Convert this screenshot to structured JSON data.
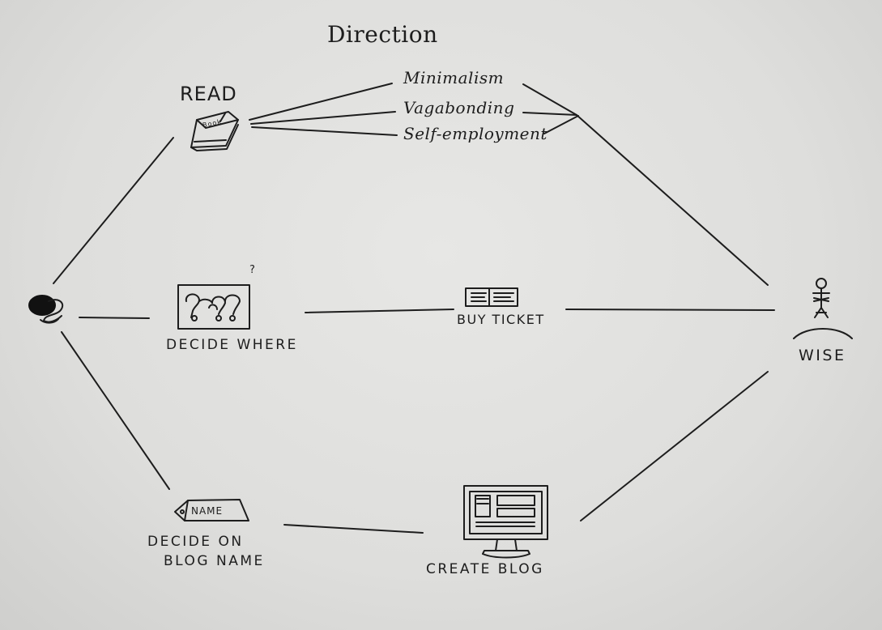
{
  "title": "Direction",
  "nodes": {
    "read": "READ",
    "book_cover": "Book",
    "decide_where": "DECIDE WHERE",
    "question_mark": "?",
    "buy_ticket": "BUY TICKET",
    "wise": "WISE",
    "name_tag": "NAME",
    "decide_blog_name_line1": "DECIDE ON",
    "decide_blog_name_line2": "BLOG NAME",
    "create_blog": "CREATE BLOG"
  },
  "topics": [
    "Minimalism",
    "Vagabonding",
    "Self-employment"
  ],
  "ink_color": "#1d1d1d",
  "paper_color": "#e2e2e0"
}
